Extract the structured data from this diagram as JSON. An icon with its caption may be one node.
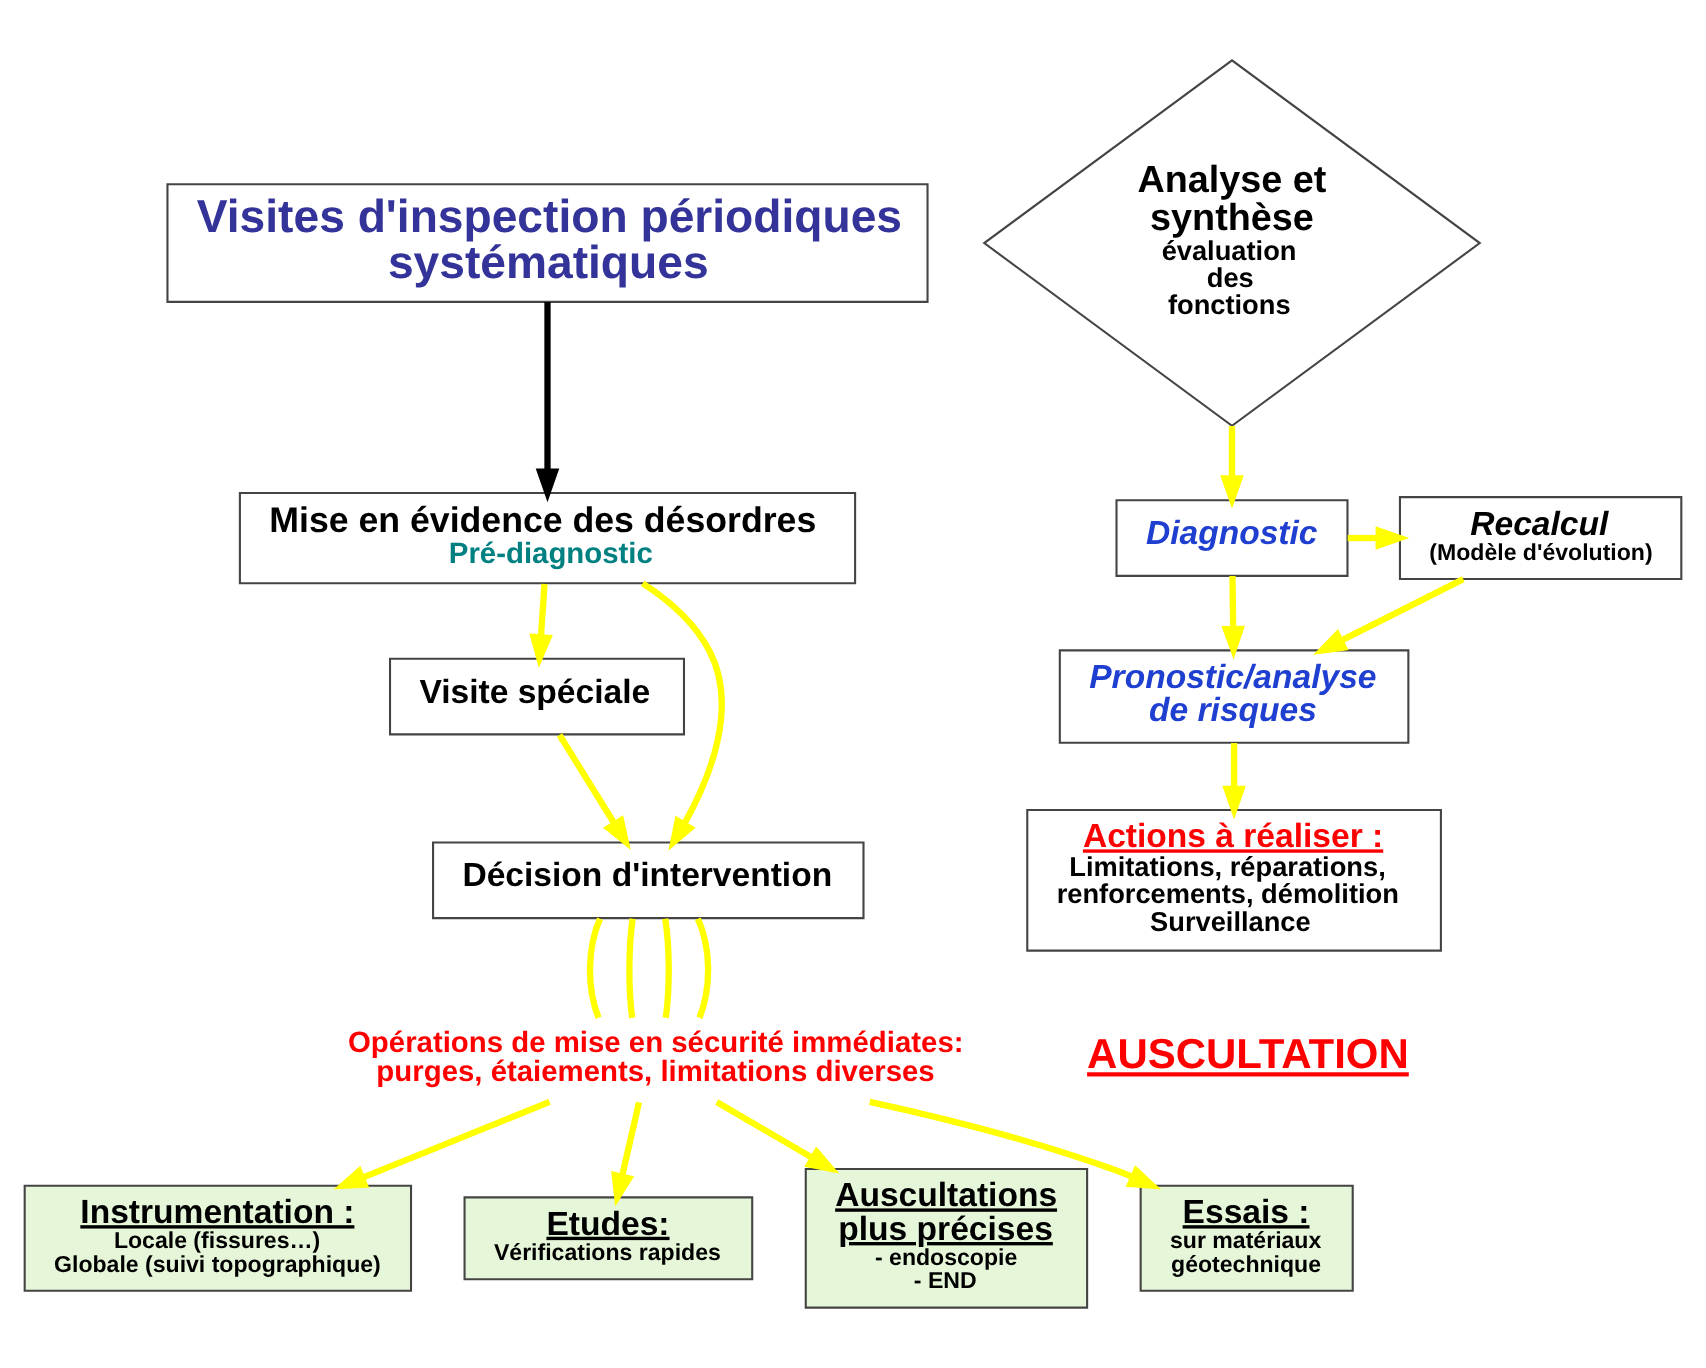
{
  "diagram": {
    "nodes": [
      {
        "text": [
          "Visites d'inspection périodiques systématiques"
        ]
      },
      {
        "text": [
          "Mise en évidence des désordres",
          "Pré-diagnostic"
        ]
      },
      {
        "text": [
          "Visite spéciale"
        ]
      },
      {
        "text": [
          "Décision d'intervention"
        ]
      },
      {
        "text": [
          "Opérations de mise en sécurité immédiates: purges, étaiements, limitations diverses"
        ]
      },
      {
        "text": [
          "Instrumentation :",
          "Locale (fissures…)",
          "Globale (suivi topographique)"
        ]
      },
      {
        "text": [
          "Etudes:",
          "Vérifications rapides"
        ]
      },
      {
        "text": [
          "Essais :",
          "sur matériaux",
          "géotechnique"
        ]
      },
      {
        "text": [
          "Auscultations plus précises",
          "- endoscopie",
          "- END"
        ]
      },
      {
        "text": [
          "Analyse et synthèse",
          "évaluation des fonctions"
        ]
      },
      {
        "text": [
          "Diagnostic"
        ]
      },
      {
        "text": [
          "Recalcul",
          "(Modèle d'évolution)"
        ]
      },
      {
        "text": [
          "Pronostic/analyse de risques"
        ]
      },
      {
        "text": [
          "Actions à réaliser :",
          "Limitations, réparations, renforcements, démolition Surveillance"
        ]
      }
    ],
    "edges": [
      {
        "from": 0,
        "to": 1,
        "arrow": "to",
        "color": "#000000"
      },
      {
        "from": 1,
        "to": 2,
        "arrow": "to"
      },
      {
        "from": 1,
        "to": 3,
        "arrow": "to"
      },
      {
        "from": 2,
        "to": 3,
        "arrow": "to"
      },
      {
        "from": 3,
        "to": 4,
        "arrow": "none"
      },
      {
        "from": 3,
        "to": 4,
        "arrow": "none"
      },
      {
        "from": 3,
        "to": 4,
        "arrow": "none"
      },
      {
        "from": 3,
        "to": 4,
        "arrow": "none"
      },
      {
        "from": 4,
        "to": 7,
        "arrow": "to"
      },
      {
        "from": 4,
        "to": 5,
        "arrow": "to"
      },
      {
        "from": 4,
        "to": 6,
        "arrow": "to"
      },
      {
        "from": 4,
        "to": 8,
        "arrow": "to"
      },
      {
        "from": 9,
        "to": 10,
        "arrow": "to"
      },
      {
        "from": 10,
        "to": 11,
        "arrow": "to"
      },
      {
        "from": 10,
        "to": 12,
        "arrow": "to"
      },
      {
        "from": 11,
        "to": 12,
        "arrow": "to"
      },
      {
        "from": 12,
        "to": 13,
        "arrow": "to"
      }
    ],
    "labels": [
      "AUSCULTATION"
    ]
  }
}
